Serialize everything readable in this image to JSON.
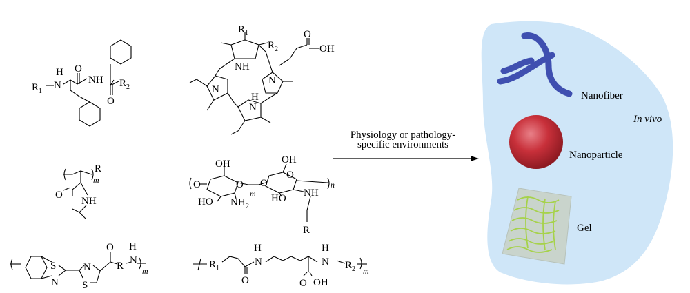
{
  "arrow": {
    "line1": "Physiology or pathology-",
    "line2": "specific environments"
  },
  "panel": {
    "context_label": "In vivo",
    "items": [
      {
        "label": "Nanofiber",
        "icon": "nanofiber-icon",
        "color": "#3f4fb0"
      },
      {
        "label": "Nanoparticle",
        "icon": "nanoparticle-icon",
        "color": "#c0282e"
      },
      {
        "label": "Gel",
        "icon": "gel-icon",
        "color": "#9ad04a"
      }
    ],
    "background_color": "#cfe6f8"
  },
  "molecules": {
    "dipeptide": {
      "r1": "R",
      "r1_sub": "1",
      "nh_h": "H",
      "n1": "N",
      "o1": "O",
      "nh2": "NH",
      "r2": "R",
      "r2_sub": "2",
      "o2": "O"
    },
    "porphyrin": {
      "r1": "R",
      "r1_sub": "1",
      "r2": "R",
      "r2_sub": "2",
      "nh1": "NH",
      "n1": "N",
      "n2": "N",
      "h2": "H",
      "n3": "N",
      "oh": "OH",
      "o": "O"
    },
    "pnipam": {
      "r": "R",
      "m": "m",
      "o": "O",
      "nh": "NH"
    },
    "chitosan": {
      "oh1": "OH",
      "o1": "O",
      "o2": "O",
      "m": "m",
      "ho1": "HO",
      "nh2": "NH",
      "nh2_sub": "2",
      "oh2": "OH",
      "o3": "O",
      "o4": "O",
      "nh": "NH",
      "ho2": "HO",
      "n": "n",
      "r": "R"
    },
    "luciferin_polymer": {
      "s1": "S",
      "n1": "N",
      "n2": "N",
      "s2": "S",
      "o": "O",
      "r": "R",
      "h": "H",
      "n3": "N",
      "m": "m"
    },
    "lysine_polymer": {
      "r1": "R",
      "r1_sub": "1",
      "h1": "H",
      "n1": "N",
      "o1": "O",
      "h2": "H",
      "n2": "N",
      "r2": "R",
      "r2_sub": "2",
      "m": "m",
      "o2": "O",
      "oh": "OH"
    }
  }
}
